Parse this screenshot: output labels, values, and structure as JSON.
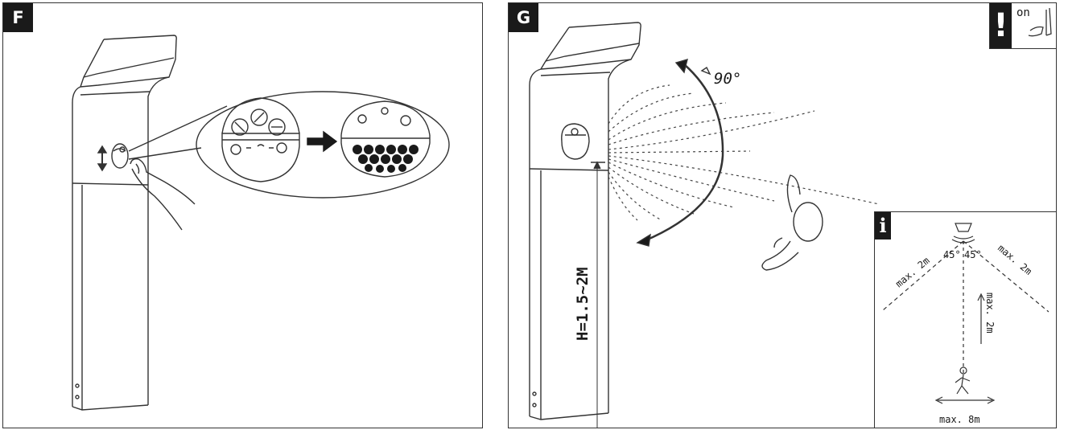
{
  "panels": {
    "f": {
      "label": "F"
    },
    "g": {
      "label": "G",
      "angle_label": "90°",
      "height_label": "H=1.5~2M",
      "condition": {
        "mark": "!",
        "on_label": "on"
      },
      "info": {
        "mark": "i",
        "left_angle": "45°",
        "right_angle": "45°",
        "left_range": "max. 2m",
        "right_range": "max. 2m",
        "forward_range": "max. 2m",
        "lateral_range": "max. 8m"
      }
    }
  },
  "icons": [
    "hand-icon",
    "rotate-arrow-icon",
    "sensor-icon",
    "walking-person-icon",
    "hand-switch-icon"
  ]
}
